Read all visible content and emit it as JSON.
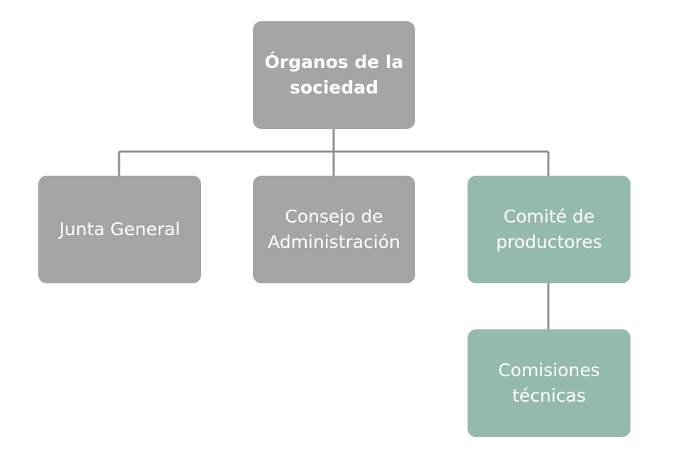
{
  "diagram": {
    "root": {
      "label": "Órganos de la sociedad"
    },
    "children": [
      {
        "label": "Junta General"
      },
      {
        "label": "Consejo de Administración"
      },
      {
        "label": "Comité de productores",
        "children": [
          {
            "label": "Comisiones técnicas"
          }
        ]
      }
    ]
  },
  "colors": {
    "gray_box": "#a5a5a5",
    "teal_box": "#94b9ad",
    "connector": "#909090",
    "text": "#ffffff"
  }
}
